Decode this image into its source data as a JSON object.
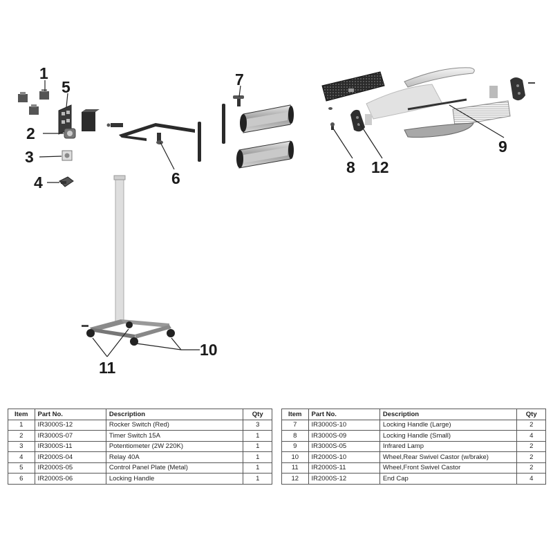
{
  "callouts": {
    "c1": "1",
    "c2": "2",
    "c3": "3",
    "c4": "4",
    "c5": "5",
    "c6": "6",
    "c7": "7",
    "c8": "8",
    "c9": "9",
    "c10": "10",
    "c11": "11",
    "c12": "12"
  },
  "table": {
    "headers": {
      "item": "Item",
      "part": "Part No.",
      "desc": "Description",
      "qty": "Qty"
    },
    "left": [
      {
        "item": "1",
        "part": "IR3000S-12",
        "desc": "Rocker Switch (Red)",
        "qty": "3"
      },
      {
        "item": "2",
        "part": "IR3000S-07",
        "desc": "Timer Switch 15A",
        "qty": "1"
      },
      {
        "item": "3",
        "part": "IR3000S-11",
        "desc": "Potentiometer (2W 220K)",
        "qty": "1"
      },
      {
        "item": "4",
        "part": "IR2000S-04",
        "desc": "Relay 40A",
        "qty": "1"
      },
      {
        "item": "5",
        "part": "IR2000S-05",
        "desc": "Control Panel Plate (Metal)",
        "qty": "1"
      },
      {
        "item": "6",
        "part": "IR2000S-06",
        "desc": "Locking Handle",
        "qty": "1"
      }
    ],
    "right": [
      {
        "item": "7",
        "part": "IR3000S-10",
        "desc": "Locking Handle (Large)",
        "qty": "2"
      },
      {
        "item": "8",
        "part": "IR3000S-09",
        "desc": "Locking Handle (Small)",
        "qty": "4"
      },
      {
        "item": "9",
        "part": "IR3000S-05",
        "desc": "Infrared Lamp",
        "qty": "2"
      },
      {
        "item": "10",
        "part": "IR2000S-10",
        "desc": "Wheel,Rear Swivel Castor (w/brake)",
        "qty": "2"
      },
      {
        "item": "11",
        "part": "IR2000S-11",
        "desc": "Wheel,Front Swivel Castor",
        "qty": "2"
      },
      {
        "item": "12",
        "part": "IR2000S-12",
        "desc": "End Cap",
        "qty": "4"
      }
    ]
  }
}
